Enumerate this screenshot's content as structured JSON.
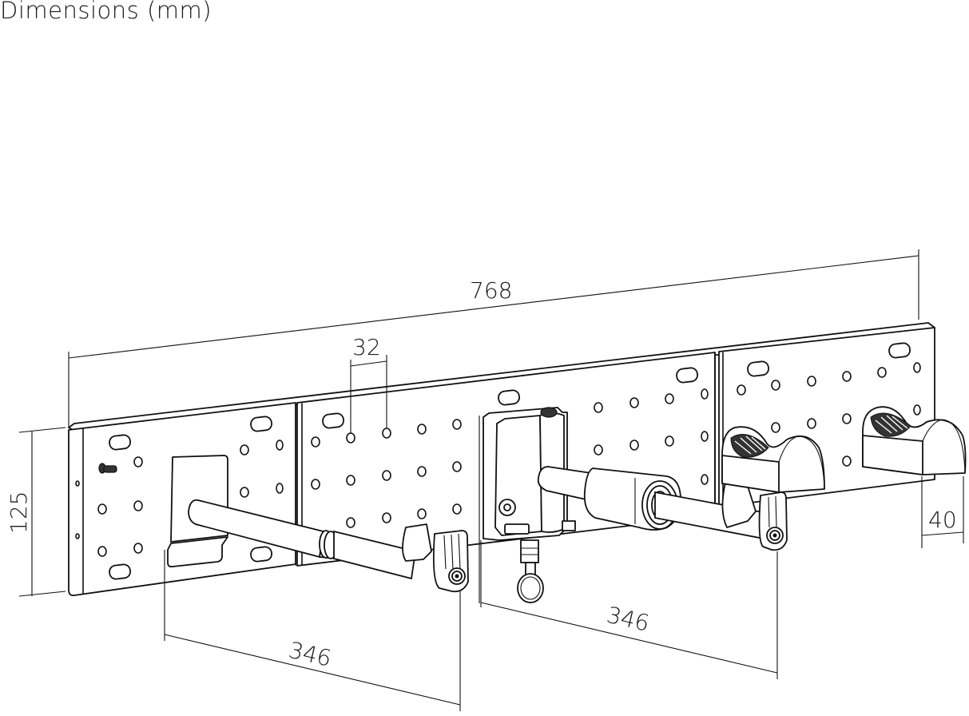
{
  "title": "Dimensions (mm)",
  "diagram": {
    "subject": "Wall-mounted triple plate bracket with two extension arms and two cradle hooks",
    "units": "mm",
    "dimensions": {
      "overall_width": "768",
      "hole_pitch": "32",
      "plate_height": "125",
      "left_arm_reach": "346",
      "right_arm_reach": "346",
      "cradle_depth": "40"
    },
    "components": [
      "left-mounting-plate",
      "center-mounting-plate",
      "right-mounting-plate",
      "left-extension-arm",
      "right-extension-arm",
      "swivel-hinge-block",
      "locking-pin-with-ring",
      "cradle-hook-left",
      "cradle-hook-right",
      "tightening-knob-left",
      "tightening-knob-right"
    ],
    "colors": {
      "line": "#111111",
      "background": "#ffffff"
    }
  }
}
